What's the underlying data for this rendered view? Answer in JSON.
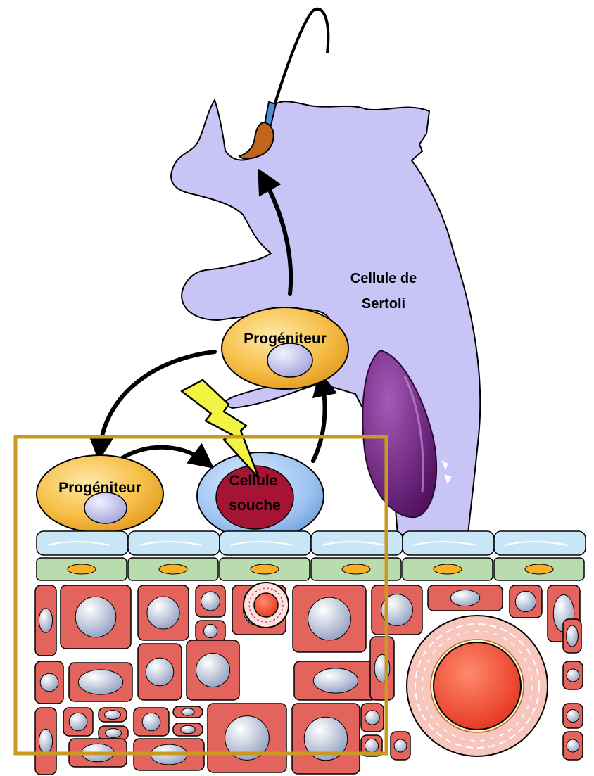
{
  "labels": {
    "sertoli_line1": "Cellule de",
    "sertoli_line2": "Sertoli",
    "progenitor_top": "Progéniteur",
    "progenitor_left": "Progéniteur",
    "stem_line1": "Cellule",
    "stem_line2": "souche"
  },
  "colors": {
    "sertoli": "#c9c4f6",
    "progenitor": "#f7c04a",
    "stem_cytoplasm": "#9ec4f2",
    "stem_nucleus": "#a51435",
    "basement_membrane": "#c8e6f6",
    "myoid_cells": "#b8dcae",
    "interstitial_cells": "#e2645d",
    "blood_vessel": "#f04a32",
    "sertoli_nucleus": "#6e1a7f",
    "lightning": "#f3f343",
    "highlight_box": "#c99a1d",
    "sperm_head": "#c0651c",
    "sperm_midpiece": "#4a8fd8"
  },
  "icons": [
    "spermatozoon-icon",
    "lightning-bolt-icon"
  ]
}
